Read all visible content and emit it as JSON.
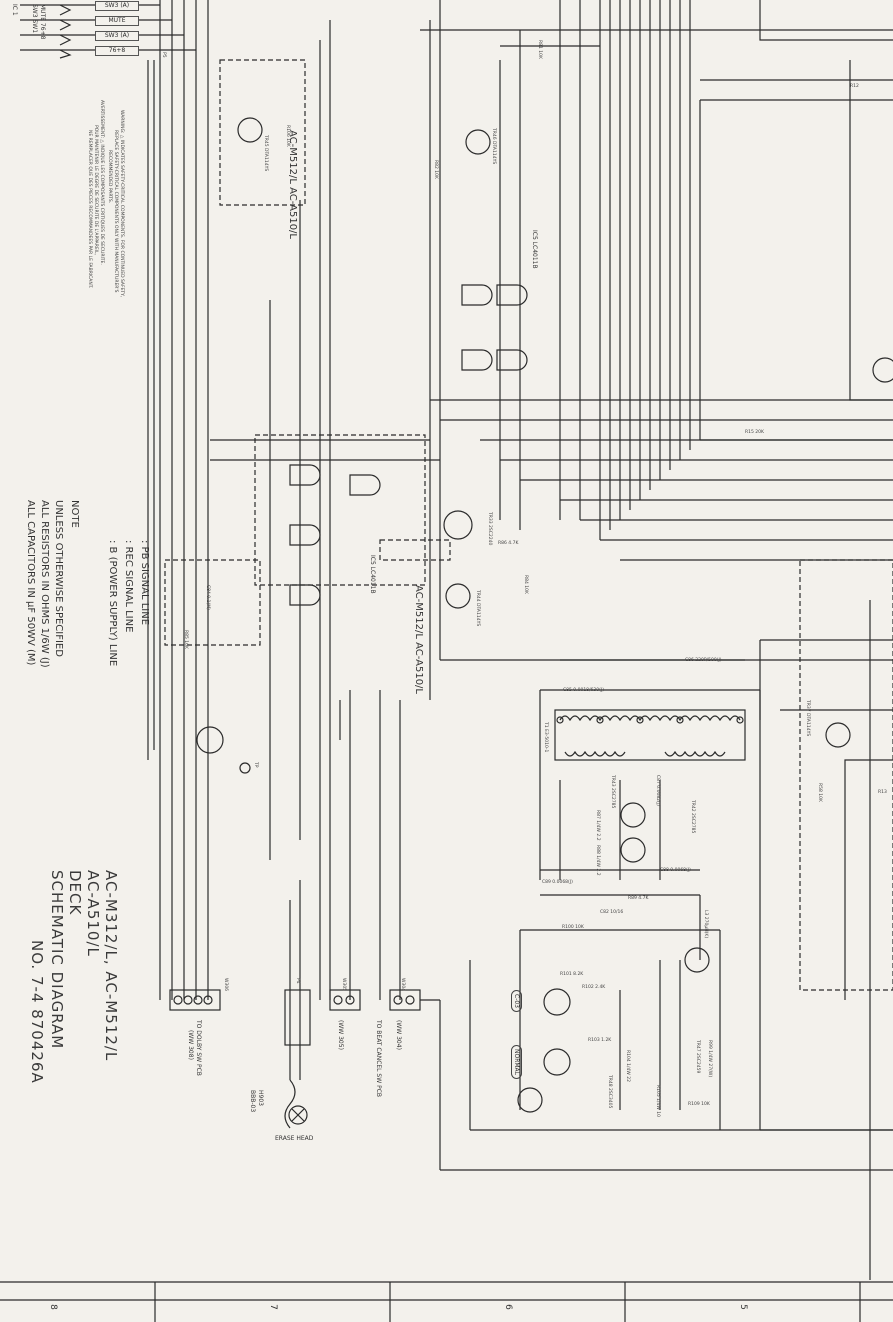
{
  "switch_labels": [
    "SW3 (A)",
    "MUTE",
    "SW3 (A)",
    "76+8"
  ],
  "side_labels": [
    "MUTE 76+8",
    "SW3 SW1"
  ],
  "corner_mark": "IC 1",
  "title": {
    "models": "AC-M312/L, AC-M512/L",
    "models2": "AC-A510/L",
    "deck": "DECK",
    "name": "SCHEMATIC DIAGRAM",
    "number": "NO. 7-4 870426A"
  },
  "note": {
    "heading": "NOTE",
    "lines": [
      "UNLESS OTHERWISE SPECIFIED",
      "ALL RESISTORS IN OHMS 1/6W (J)",
      "ALL CAPACITORS IN µF 50WV (M)"
    ]
  },
  "legend": [
    {
      "style": "solid",
      "text": ": PB SIGNAL LINE"
    },
    {
      "style": "dashed",
      "text": ": REC SIGNAL LINE"
    },
    {
      "style": "dotted",
      "text": ": B (POWER SUPPLY) LINE"
    }
  ],
  "warning": [
    "WARNING: △ INDICATES SAFETY-CRITICAL COMPONENTS. FOR CONTINUED SAFETY,",
    "REPLACE SAFETY-CRITICAL COMPONENTS ONLY WITH MANUFACTURER'S",
    "RECOMMENDED PARTS.",
    "AVERTISSEMENT: △ INDIQUE LES COMPOSANTS CRITIQUES DE SECURITE.",
    "POUR MAINTENIR LE DEGRE DE SECURITE DE L'APPAREIL,",
    "NE REMPLACER QUE DES PIECES RECOMMANDEES PAR LE FABRICANT."
  ],
  "connectors": [
    {
      "label": "TO DOLBY SW PCB",
      "sub": "(WW 308)"
    },
    {
      "label": "TO BEAT CANCEL SW PCB",
      "sub": "(WW 305)"
    },
    {
      "label": "(WW 304)",
      "sub": ""
    }
  ],
  "head": {
    "ref": "H903",
    "model": "BBB-03",
    "label": "ERASE HEAD"
  },
  "ic_labels": [
    "IC5 LC4011B",
    "IC5 LC4011B"
  ],
  "model_tags": [
    "AC-M512/L AC-A510/L",
    "AC-M512/L AC-A510/L"
  ],
  "buttons": [
    "C-03",
    "NORMAL"
  ],
  "components": [
    "R81 10K",
    "TR46 DTA114YS",
    "R82 10K",
    "R106 10K",
    "TR45 DTA114YS",
    "R15 20K",
    "TR33 2SC2240",
    "R86 4.7K",
    "R84 10K",
    "TR44 DTA114YS",
    "C84 0.1(M)",
    "R85 10K",
    "C86 220P/500(J)",
    "C85 0.0018/630(J)",
    "T1 E3-5010-1",
    "TR43 2SC2785",
    "TR42 2SC2785",
    "C87 0.0082(J)",
    "R87 1/4W 2.2",
    "R88 1/4W 2.2",
    "C88 0.0068(J)",
    "C89 0.0068(J)",
    "R89 4.7K",
    "C82 10/16",
    "R100 10K",
    "L3 270µH(K)",
    "R101 8.2K",
    "R102 2.4K",
    "R103 1.2K",
    "R104 1/4W 22",
    "R105 1/4W 10",
    "R109 10K",
    "R99 1/4W 27(W)",
    "TR47 2SC2459",
    "TR48 2SC3405",
    "TR37 DTA114YS",
    "R58 10K",
    "R12",
    "R13"
  ],
  "pins": [
    "P5",
    "P4",
    "W306",
    "W305",
    "W304",
    "TP"
  ],
  "zones": [
    "8",
    "7",
    "6",
    "5"
  ]
}
